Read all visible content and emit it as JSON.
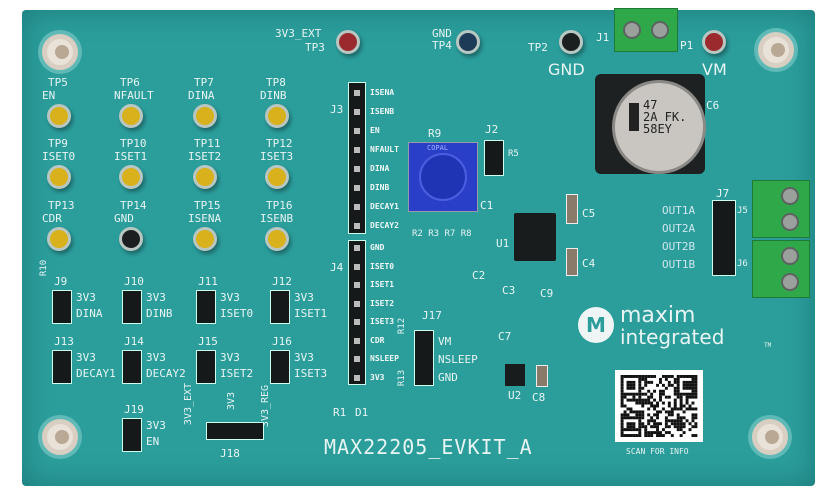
{
  "board": {
    "name": "MAX22205_EVKIT_A",
    "colors": {
      "pcb": "#2b9e9c",
      "silkscreen": "#e8f4f2",
      "test_point_yellow": "#d8b11c",
      "terminal_green": "#2fa84a",
      "potentiometer_blue": "#2a3fc8"
    },
    "top_labels": {
      "tp3_net": "3V3_EXT",
      "tp3": "TP3",
      "tp4_net": "GND",
      "tp4": "TP4",
      "tp2": "TP2",
      "gnd_big": "GND",
      "j1": "J1",
      "tp1": "P1",
      "vm_big": "VM"
    },
    "test_points": [
      {
        "id": "TP5",
        "net": "EN",
        "color": "yellow"
      },
      {
        "id": "TP6",
        "net": "NFAULT",
        "color": "yellow"
      },
      {
        "id": "TP7",
        "net": "DINA",
        "color": "yellow"
      },
      {
        "id": "TP8",
        "net": "DINB",
        "color": "yellow"
      },
      {
        "id": "TP9",
        "net": "ISET0",
        "color": "yellow"
      },
      {
        "id": "TP10",
        "net": "ISET1",
        "color": "yellow"
      },
      {
        "id": "TP11",
        "net": "ISET2",
        "color": "yellow"
      },
      {
        "id": "TP12",
        "net": "ISET3",
        "color": "yellow"
      },
      {
        "id": "TP13",
        "net": "CDR",
        "color": "yellow"
      },
      {
        "id": "TP14",
        "net": "GND",
        "color": "black"
      },
      {
        "id": "TP15",
        "net": "ISENA",
        "color": "yellow"
      },
      {
        "id": "TP16",
        "net": "ISENB",
        "color": "yellow"
      }
    ],
    "j3": {
      "label": "J3",
      "pins": [
        "ISENA",
        "ISENB",
        "EN",
        "NFAULT",
        "DINA",
        "DINB",
        "DECAY1",
        "DECAY2"
      ]
    },
    "j4": {
      "label": "J4",
      "pins": [
        "GND",
        "ISET0",
        "ISET1",
        "ISET2",
        "ISET3",
        "CDR",
        "NSLEEP",
        "3V3"
      ]
    },
    "jumpers": [
      {
        "id": "J9",
        "top": "3V3",
        "bottom": "DINA"
      },
      {
        "id": "J10",
        "top": "3V3",
        "bottom": "DINB"
      },
      {
        "id": "J11",
        "top": "3V3",
        "bottom": "ISET0"
      },
      {
        "id": "J12",
        "top": "3V3",
        "bottom": "ISET1"
      },
      {
        "id": "J13",
        "top": "3V3",
        "bottom": "DECAY1"
      },
      {
        "id": "J14",
        "top": "3V3",
        "bottom": "DECAY2"
      },
      {
        "id": "J15",
        "top": "3V3",
        "bottom": "ISET2"
      },
      {
        "id": "J16",
        "top": "3V3",
        "bottom": "ISET3"
      },
      {
        "id": "J19",
        "top": "3V3",
        "bottom": "EN"
      }
    ],
    "j18": {
      "label": "J18",
      "left": "3V3_EXT",
      "mid": "3V3",
      "right": "3V3_REG"
    },
    "j17": {
      "label": "J17",
      "pins": [
        "VM",
        "NSLEEP",
        "GND"
      ]
    },
    "components": {
      "r9": "R9",
      "j2": "J2",
      "r5": "R5",
      "c1": "C1",
      "u1": "U1",
      "c5": "C5",
      "c4": "C4",
      "c2": "C2",
      "c3": "C3",
      "c9": "C9",
      "c6": "C6",
      "c7": "C7",
      "c8": "C8",
      "u2": "U2",
      "r1": "R1",
      "d1": "D1",
      "r10": "R10",
      "r12": "R12",
      "r13": "R13",
      "r_group": "R2 R3  R7 R8",
      "r9_brand": "COPAL"
    },
    "c6_marking": [
      "47",
      "2A FK.",
      "58EY"
    ],
    "outputs": {
      "j7": "J7",
      "j5": "J5",
      "j6": "J6",
      "labels": [
        "OUT1A",
        "OUT2A",
        "OUT2B",
        "OUT1B"
      ]
    },
    "logo": {
      "line1": "maxim",
      "line2": "integrated",
      "tm": "TM"
    },
    "qr_caption": "SCAN FOR INFO"
  }
}
